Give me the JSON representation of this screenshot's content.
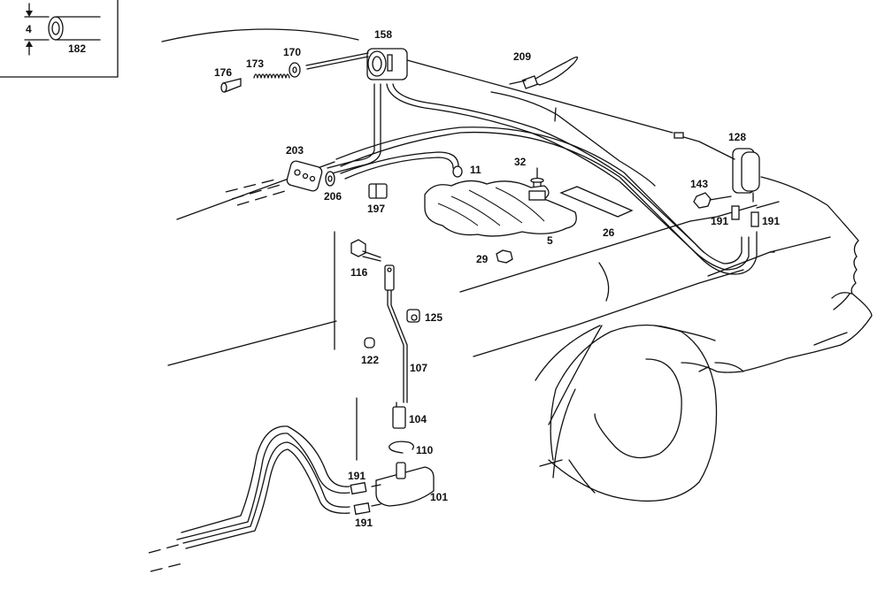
{
  "title": "Headlamp cleaning / washer system exploded parts diagram",
  "detail_box": {
    "dimension_label": "4",
    "part_number": "182",
    "dimension_unit_hint": "diameter"
  },
  "callouts": [
    {
      "id": "158",
      "part": "washer pump"
    },
    {
      "id": "170",
      "part": "washer"
    },
    {
      "id": "173",
      "part": "spring"
    },
    {
      "id": "176",
      "part": "knob"
    },
    {
      "id": "209",
      "part": "cable tie"
    },
    {
      "id": "128",
      "part": "nozzle"
    },
    {
      "id": "143",
      "part": "screw"
    },
    {
      "id": "191a",
      "label": "191",
      "part": "hose connector"
    },
    {
      "id": "191b",
      "label": "191",
      "part": "hose connector"
    },
    {
      "id": "191c",
      "label": "191",
      "part": "hose connector"
    },
    {
      "id": "191d",
      "label": "191",
      "part": "hose connector"
    },
    {
      "id": "203",
      "part": "grommet"
    },
    {
      "id": "206",
      "part": "washer"
    },
    {
      "id": "197",
      "part": "clip"
    },
    {
      "id": "11",
      "part": "hose end"
    },
    {
      "id": "32",
      "part": "screw"
    },
    {
      "id": "5",
      "part": "insulation mat"
    },
    {
      "id": "26",
      "part": "pad"
    },
    {
      "id": "29",
      "part": "nut"
    },
    {
      "id": "116",
      "part": "bolt"
    },
    {
      "id": "125",
      "part": "clip nut"
    },
    {
      "id": "122",
      "part": "clip"
    },
    {
      "id": "107",
      "part": "rod"
    },
    {
      "id": "104",
      "part": "valve"
    },
    {
      "id": "110",
      "part": "circlip"
    },
    {
      "id": "101",
      "part": "reservoir"
    }
  ],
  "labels": {
    "l158": "158",
    "l170": "170",
    "l173": "173",
    "l176": "176",
    "l209": "209",
    "l128": "128",
    "l143": "143",
    "l191a": "191",
    "l191b": "191",
    "l203": "203",
    "l206": "206",
    "l197": "197",
    "l11": "11",
    "l32": "32",
    "l5": "5",
    "l26": "26",
    "l29": "29",
    "l116": "116",
    "l125": "125",
    "l122": "122",
    "l107": "107",
    "l104": "104",
    "l110": "110",
    "l191c": "191",
    "l101": "101",
    "l191d": "191",
    "l182": "182",
    "l4": "4"
  }
}
